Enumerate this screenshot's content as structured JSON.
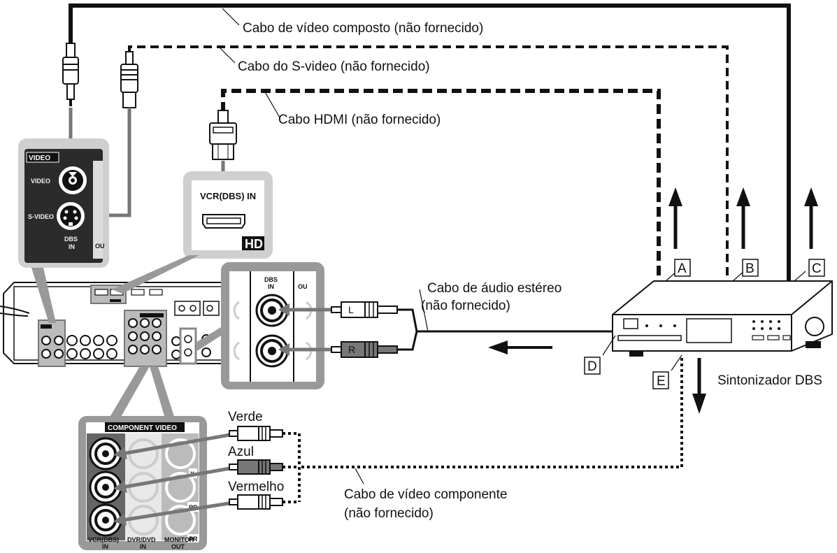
{
  "cables": {
    "composite": "Cabo de vídeo composto (não fornecido)",
    "svideo": "Cabo do S-video (não fornecido)",
    "hdmi": "Cabo HDMI (não fornecido)",
    "audio_line1": "Cabo de áudio estéreo",
    "audio_line2": "(não fornecido)",
    "component_line1": "Cabo de vídeo componente",
    "component_line2": " (não fornecido)"
  },
  "colors": {
    "green": "Verde",
    "blue": "Azul",
    "red": "Vermelho"
  },
  "markers": {
    "a": "A",
    "b": "B",
    "c": "C",
    "d": "D",
    "e": "E"
  },
  "device": {
    "name": "Sintonizador DBS"
  },
  "video_panel": {
    "title": "VIDEO",
    "video": "VIDEO",
    "svideo": "S-VIDEO",
    "dbs1": "DBS",
    "dbs2": "IN",
    "out": "OU"
  },
  "hdmi_panel": {
    "label": "VCR(DBS) IN",
    "badge": "HD"
  },
  "audio_panel": {
    "dbs1": "DBS",
    "dbs2": "IN",
    "out": "OU",
    "plug_l": "L",
    "plug_r": "R"
  },
  "component_panel": {
    "title": "COMPONENT VIDEO",
    "y": "Y",
    "pb": "PB",
    "pr": "PR",
    "col1_a": "VCR(DBS)",
    "col1_b": "IN",
    "col2_a": "DVR/DVD",
    "col2_b": "IN",
    "col3_a": "MONITOR",
    "col3_b": "OUT"
  }
}
